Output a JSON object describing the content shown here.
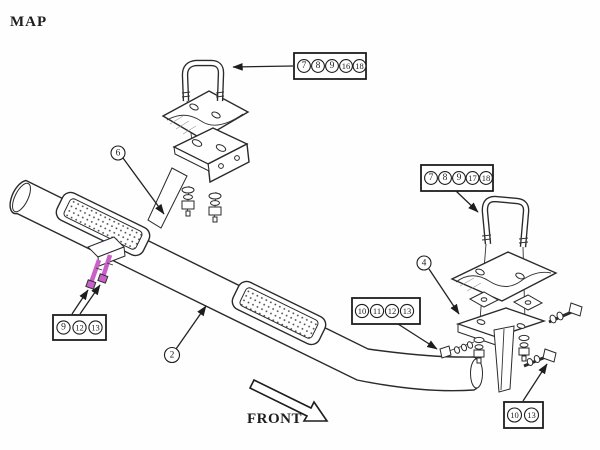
{
  "labels": {
    "map": "MAP",
    "front": "FRONT"
  },
  "colors": {
    "line": "#2a2a2a",
    "highlight": "#c95fc9",
    "background": "#ffffff"
  },
  "part_numbers": {
    "tube": "2",
    "right_bracket": "4",
    "top_bracket": "6"
  },
  "hardware_boxes": {
    "top": [
      "7",
      "8",
      "9",
      "16",
      "18"
    ],
    "right": [
      "7",
      "8",
      "9",
      "17",
      "18"
    ],
    "left": [
      "9",
      "12",
      "13"
    ],
    "bottom_middle": [
      "10",
      "11",
      "12",
      "13"
    ],
    "bottom_right": [
      "10",
      "13"
    ]
  }
}
